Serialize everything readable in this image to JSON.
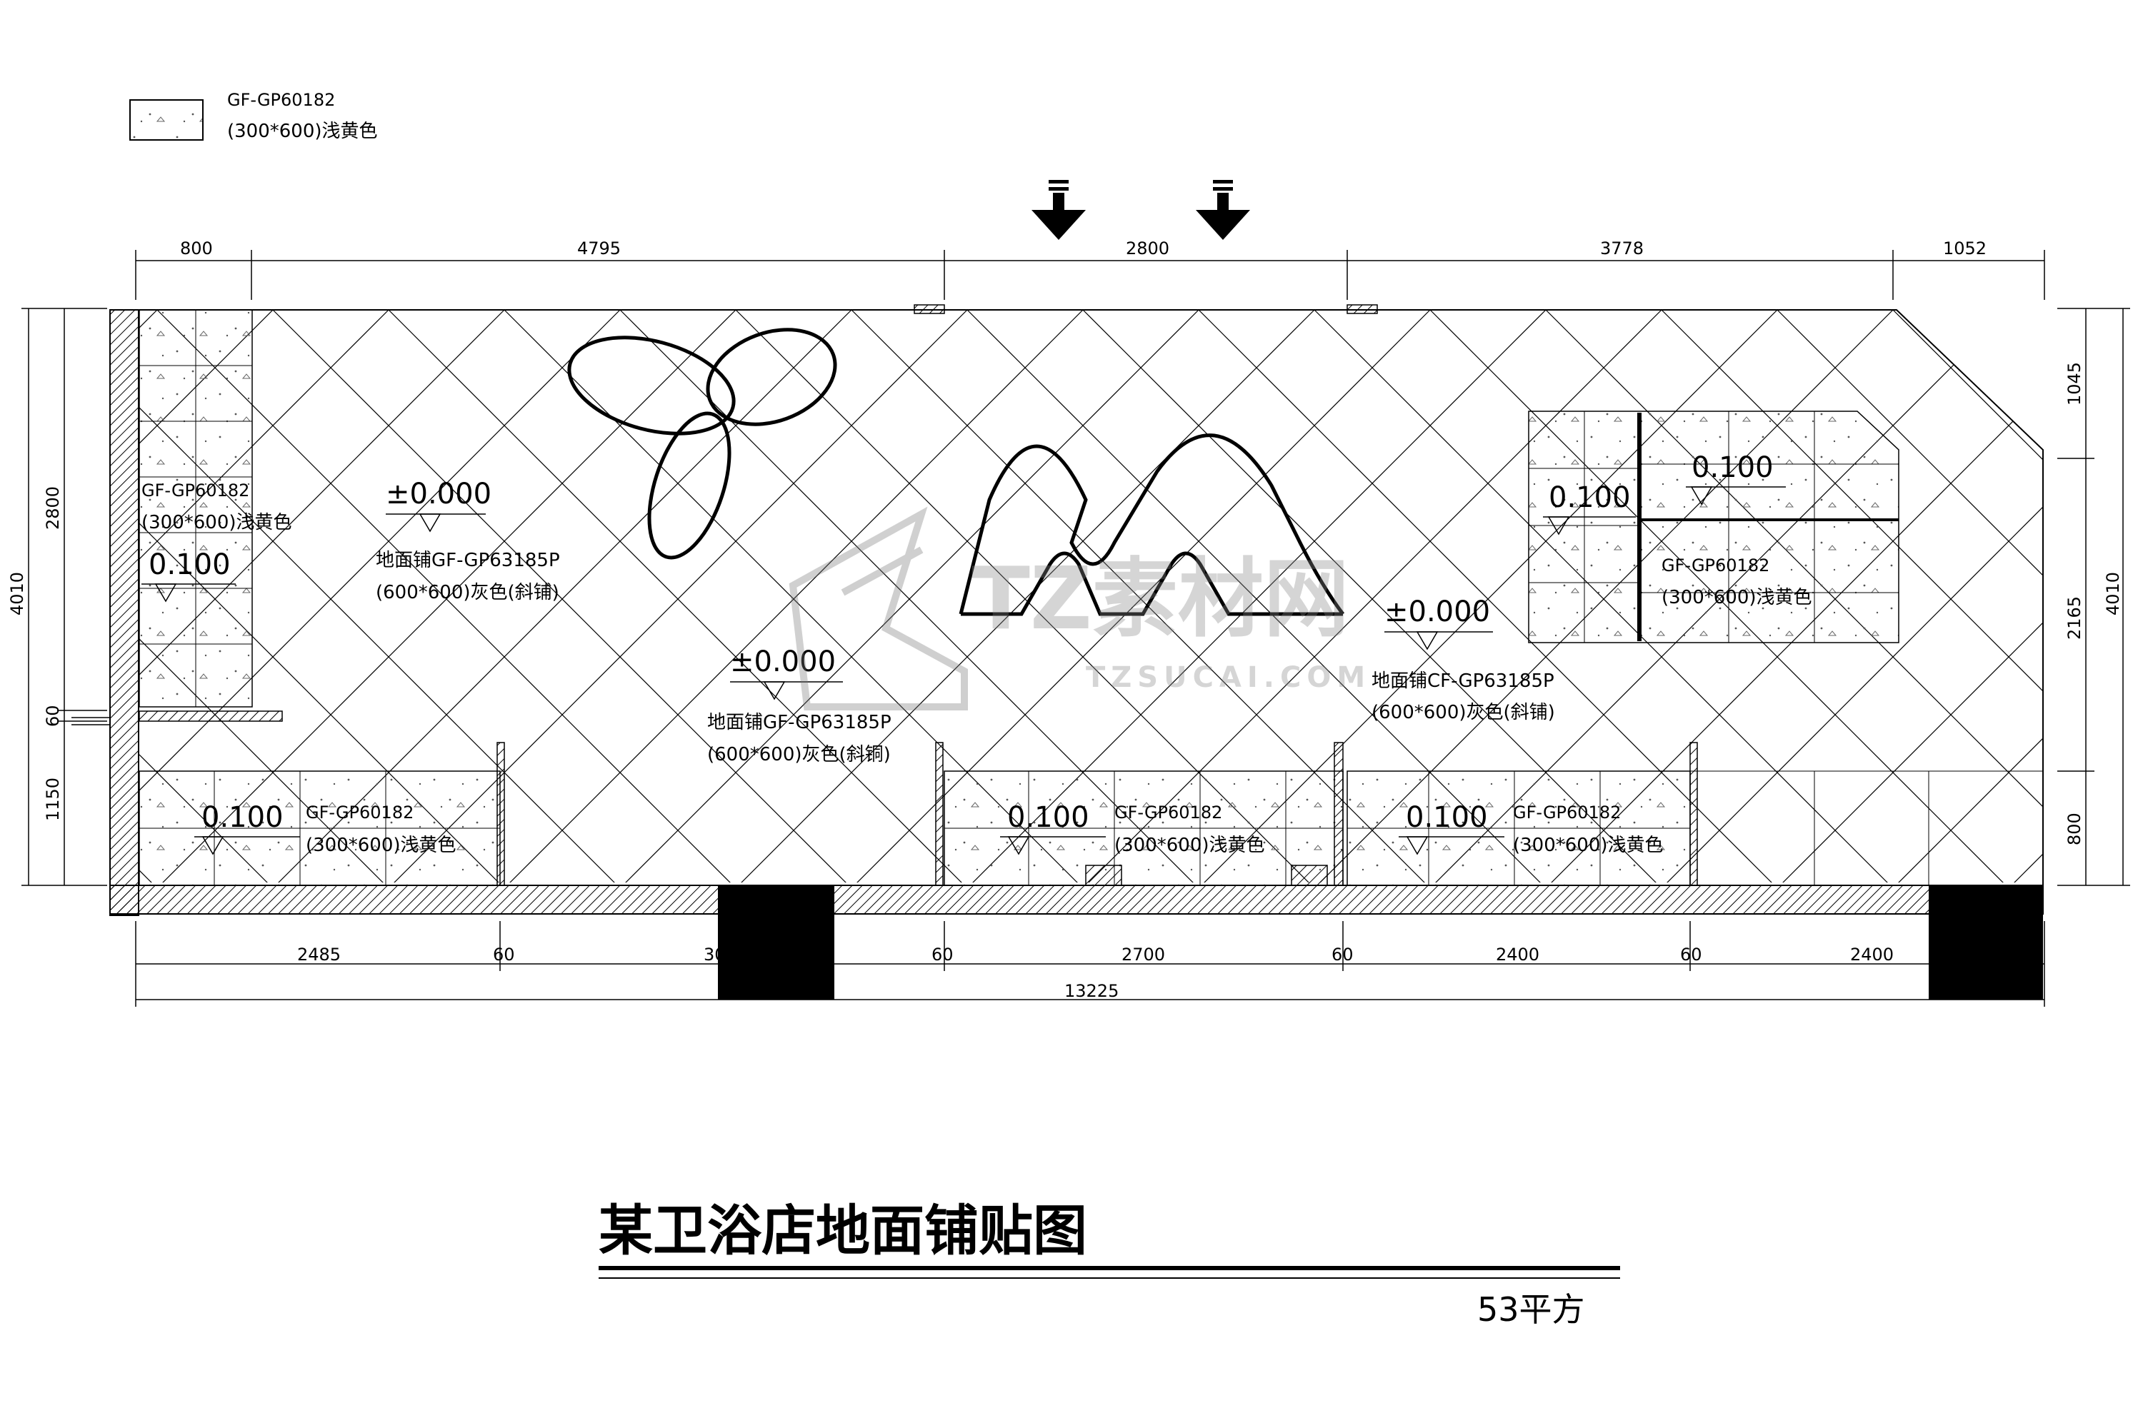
{
  "legend": {
    "code": "GF-GP60182",
    "spec": "(300*600)浅黄色"
  },
  "dims_top": [
    "800",
    "4795",
    "2800",
    "3778",
    "1052"
  ],
  "dims_bottom": [
    "2485",
    "60",
    "30",
    "60",
    "2700",
    "60",
    "2400",
    "60",
    "2400"
  ],
  "dim_total_bottom": "13225",
  "dims_left": [
    "2800",
    "60",
    "1150"
  ],
  "dim_total_left": "4010",
  "dims_right": [
    "1045",
    "2165",
    "800"
  ],
  "dim_total_right": "4010",
  "levels": {
    "zero": "±0.000",
    "raised": "0.100"
  },
  "labels": {
    "tile_yellow_code": "GF-GP60182",
    "tile_yellow_spec": "(300*600)浅黄色",
    "floor_grey_line1_a": "地面铺GF-GP63185P",
    "floor_grey_line1_b": "地面铺CF-GP63185P",
    "floor_grey_line2": "(600*600)灰色(斜铺)",
    "floor_grey_line2_b": "(600*600)灰色(斜铜)",
    "tile_yellow_code_b": "GF-GP60182",
    "tile_yellow_spec_b": "(300*600)浅黄色"
  },
  "watermark": {
    "main": "TZ素材网",
    "sub": "TZSUCAI.COM"
  },
  "title": {
    "main": "某卫浴店地面铺贴图",
    "area": "53平方"
  }
}
